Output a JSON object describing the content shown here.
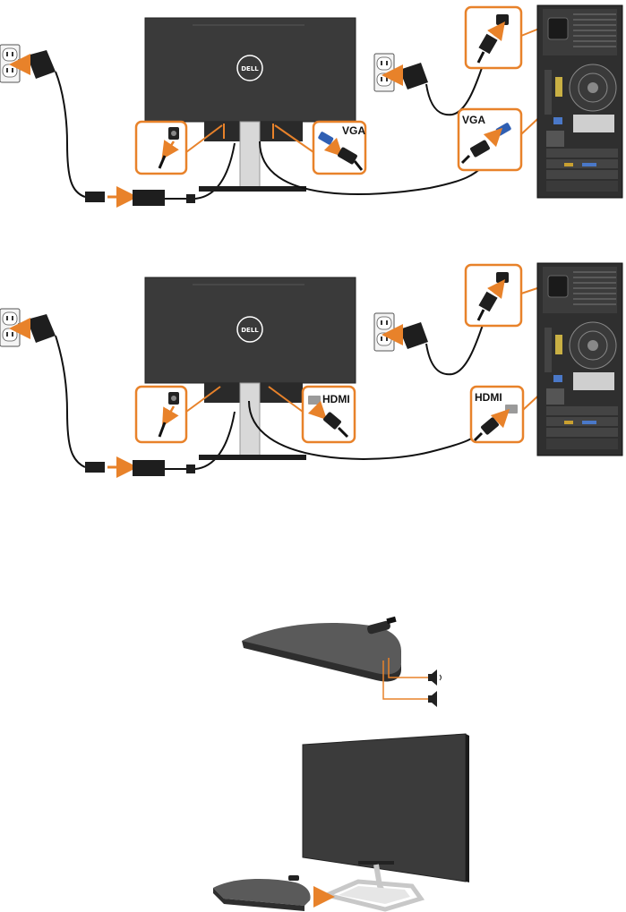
{
  "diagram1": {
    "vga_label_monitor": "VGA",
    "vga_label_pc": "VGA",
    "logo": "DELL"
  },
  "diagram2": {
    "hdmi_label_monitor": "HDMI",
    "hdmi_label_pc": "HDMI",
    "logo": "DELL"
  },
  "colors": {
    "accent": "#e8822a",
    "monitor": "#3a3a3a",
    "tower": "#2f2f2f",
    "cable": "#111111"
  }
}
